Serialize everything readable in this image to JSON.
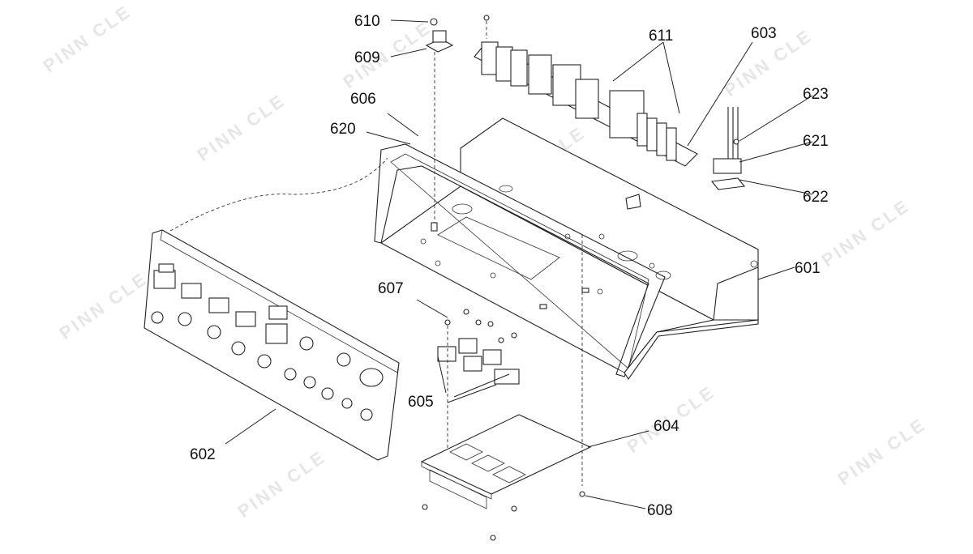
{
  "watermark": "PINN CLE",
  "labels": [
    {
      "id": "610",
      "text": "610"
    },
    {
      "id": "609",
      "text": "609"
    },
    {
      "id": "606",
      "text": "606"
    },
    {
      "id": "620",
      "text": "620"
    },
    {
      "id": "611",
      "text": "611"
    },
    {
      "id": "603",
      "text": "603"
    },
    {
      "id": "623",
      "text": "623"
    },
    {
      "id": "621",
      "text": "621"
    },
    {
      "id": "622",
      "text": "622"
    },
    {
      "id": "601",
      "text": "601"
    },
    {
      "id": "607",
      "text": "607"
    },
    {
      "id": "605",
      "text": "605"
    },
    {
      "id": "602",
      "text": "602"
    },
    {
      "id": "604",
      "text": "604"
    },
    {
      "id": "608",
      "text": "608"
    }
  ]
}
